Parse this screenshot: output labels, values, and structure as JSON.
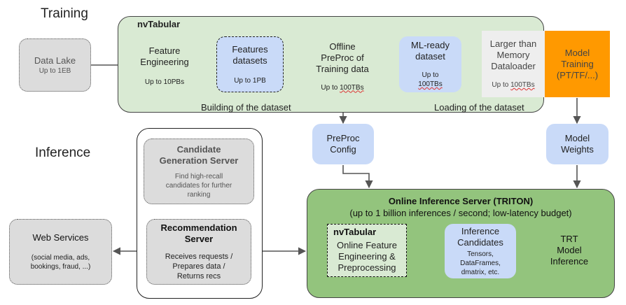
{
  "sections": {
    "training": "Training",
    "inference": "Inference"
  },
  "nvtabular_top": {
    "title": "nvTabular",
    "building_label": "Building of the dataset",
    "loading_label": "Loading of the dataset"
  },
  "data_lake": {
    "title": "Data Lake",
    "size": "Up to 1EB"
  },
  "feature_engineering": {
    "title": "Feature\nEngineering",
    "size": "Up to 10PBs"
  },
  "features_datasets": {
    "title": "Features\ndatasets",
    "size": "Up to 1PB"
  },
  "offline_preproc": {
    "title": "Offline\nPreProc of\nTraining data",
    "size_prefix": "Up to ",
    "size_unit": "100TBs"
  },
  "ml_ready": {
    "title": "ML-ready\ndataset",
    "size_prefix": "Up to\n",
    "size_unit": "100TBs"
  },
  "dataloader": {
    "title": "Larger than\nMemory\nDataloader",
    "size_prefix": "Up to ",
    "size_unit": "100TBs"
  },
  "model_training": {
    "title": "Model\nTraining\n(PT/TF/...)"
  },
  "preproc_config": {
    "title": "PreProc\nConfig"
  },
  "model_weights": {
    "title": "Model\nWeights"
  },
  "candidate_gen": {
    "title": "Candidate\nGeneration Server",
    "desc": "Find high-recall\ncandidates for further\nranking"
  },
  "recommendation": {
    "title": "Recommendation\nServer",
    "desc": "Receives requests /\nPrepares data /\nReturns recs"
  },
  "web_services": {
    "title": "Web Services",
    "desc": "(social media, ads,\nbookings, fraud, ...)"
  },
  "online_server": {
    "title": "Online Inference Server (TRITON)",
    "subtitle": "(up to 1 billion inferences / second; low-latency budget)"
  },
  "nvtabular_online": {
    "title": "nvTabular",
    "body": "Online Feature\nEngineering &\nPreprocessing"
  },
  "inference_candidates": {
    "title": "Inference\nCandidates",
    "desc": "Tensors,\nDataFrames,\ndmatrix, etc."
  },
  "trt": {
    "title": "TRT\nModel\nInference"
  },
  "colors": {
    "light_green": "#d9ead3",
    "dark_green": "#93c47d",
    "light_blue": "#c9daf8",
    "grey": "#dcdcdc",
    "orange": "#ff9900"
  }
}
